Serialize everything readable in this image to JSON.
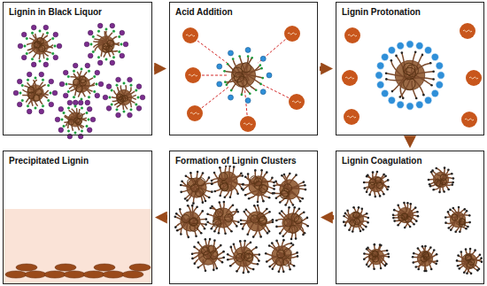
{
  "diagram": {
    "nodes": [
      {
        "text": [
          "Lignin in Black Liquor"
        ]
      },
      {
        "text": [
          "Acid Addition"
        ]
      },
      {
        "text": [
          "Lignin Protonation"
        ]
      },
      {
        "text": [
          "Lignin Coagulation"
        ]
      },
      {
        "text": [
          "Formation of Lignin Clusters"
        ]
      },
      {
        "text": [
          "Precipitated Lignin"
        ]
      }
    ],
    "edges": [
      {
        "from": 0,
        "to": 1,
        "arrow": "to"
      },
      {
        "from": 1,
        "to": 2,
        "arrow": "to"
      },
      {
        "from": 2,
        "to": 3,
        "arrow": "to"
      },
      {
        "from": 3,
        "to": 4,
        "arrow": "to"
      },
      {
        "from": 4,
        "to": 5,
        "arrow": "to"
      }
    ]
  }
}
